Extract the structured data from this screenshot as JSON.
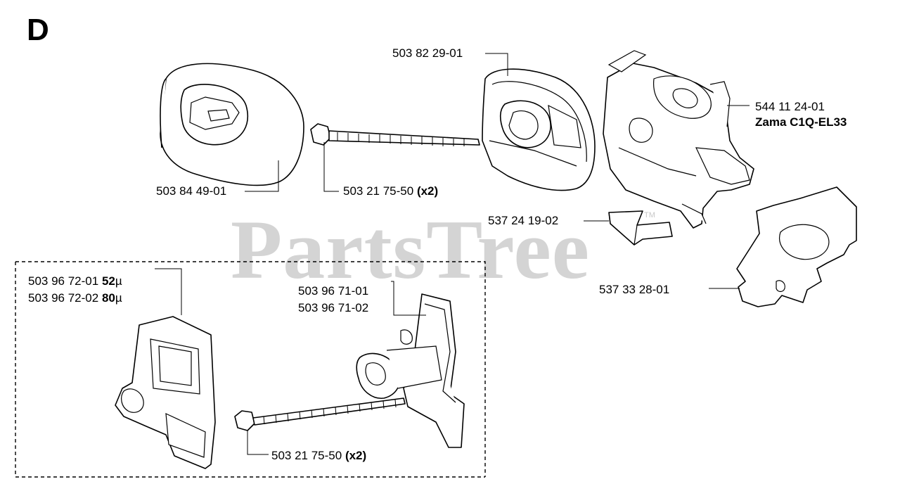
{
  "diagram": {
    "section_letter": "D",
    "watermark": "PartsTree",
    "watermark_mark": "TM",
    "parts": [
      {
        "id": "air-filter",
        "number": "503 84 49-01"
      },
      {
        "id": "screw-top",
        "number": "503 21 75-50",
        "qty": "(x2)"
      },
      {
        "id": "filter-holder-top",
        "number": "503 82 29-01"
      },
      {
        "id": "carburetor",
        "number": "544 11 24-01",
        "model": "Zama C1Q-EL33"
      },
      {
        "id": "gasket",
        "number": "537 24 19-02"
      },
      {
        "id": "intake-plate",
        "number": "537 33 28-01"
      },
      {
        "id": "filter-a",
        "number": "503 96 72-01",
        "size": "52",
        "unit": "µ"
      },
      {
        "id": "filter-b",
        "number": "503 96 72-02",
        "size": "80",
        "unit": "µ"
      },
      {
        "id": "holder-a",
        "number": "503 96 71-01"
      },
      {
        "id": "holder-b",
        "number": "503 96 71-02"
      },
      {
        "id": "screw-bottom",
        "number": "503 21 75-50",
        "qty": "(x2)"
      }
    ]
  }
}
